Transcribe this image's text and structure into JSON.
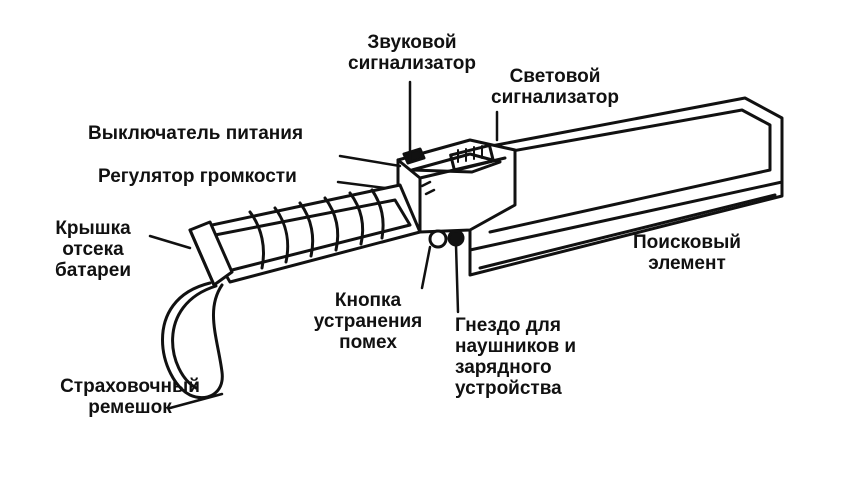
{
  "labels": {
    "sound_alarm": [
      "Звуковой",
      "сигнализатор"
    ],
    "light_alarm": [
      "Световой",
      "сигнализатор"
    ],
    "power_switch": "Выключатель питания",
    "volume_control": "Регулятор громкости",
    "battery_cover": [
      "Крышка",
      "отсека",
      "батареи"
    ],
    "search_element": [
      "Поисковый",
      "элемент"
    ],
    "noise_button": [
      "Кнопка",
      "устранения",
      "помех"
    ],
    "jack": [
      "Гнездо для",
      "наушников и",
      "зарядного",
      "устройства"
    ],
    "strap": [
      "Страховочный",
      "ремешок"
    ]
  }
}
